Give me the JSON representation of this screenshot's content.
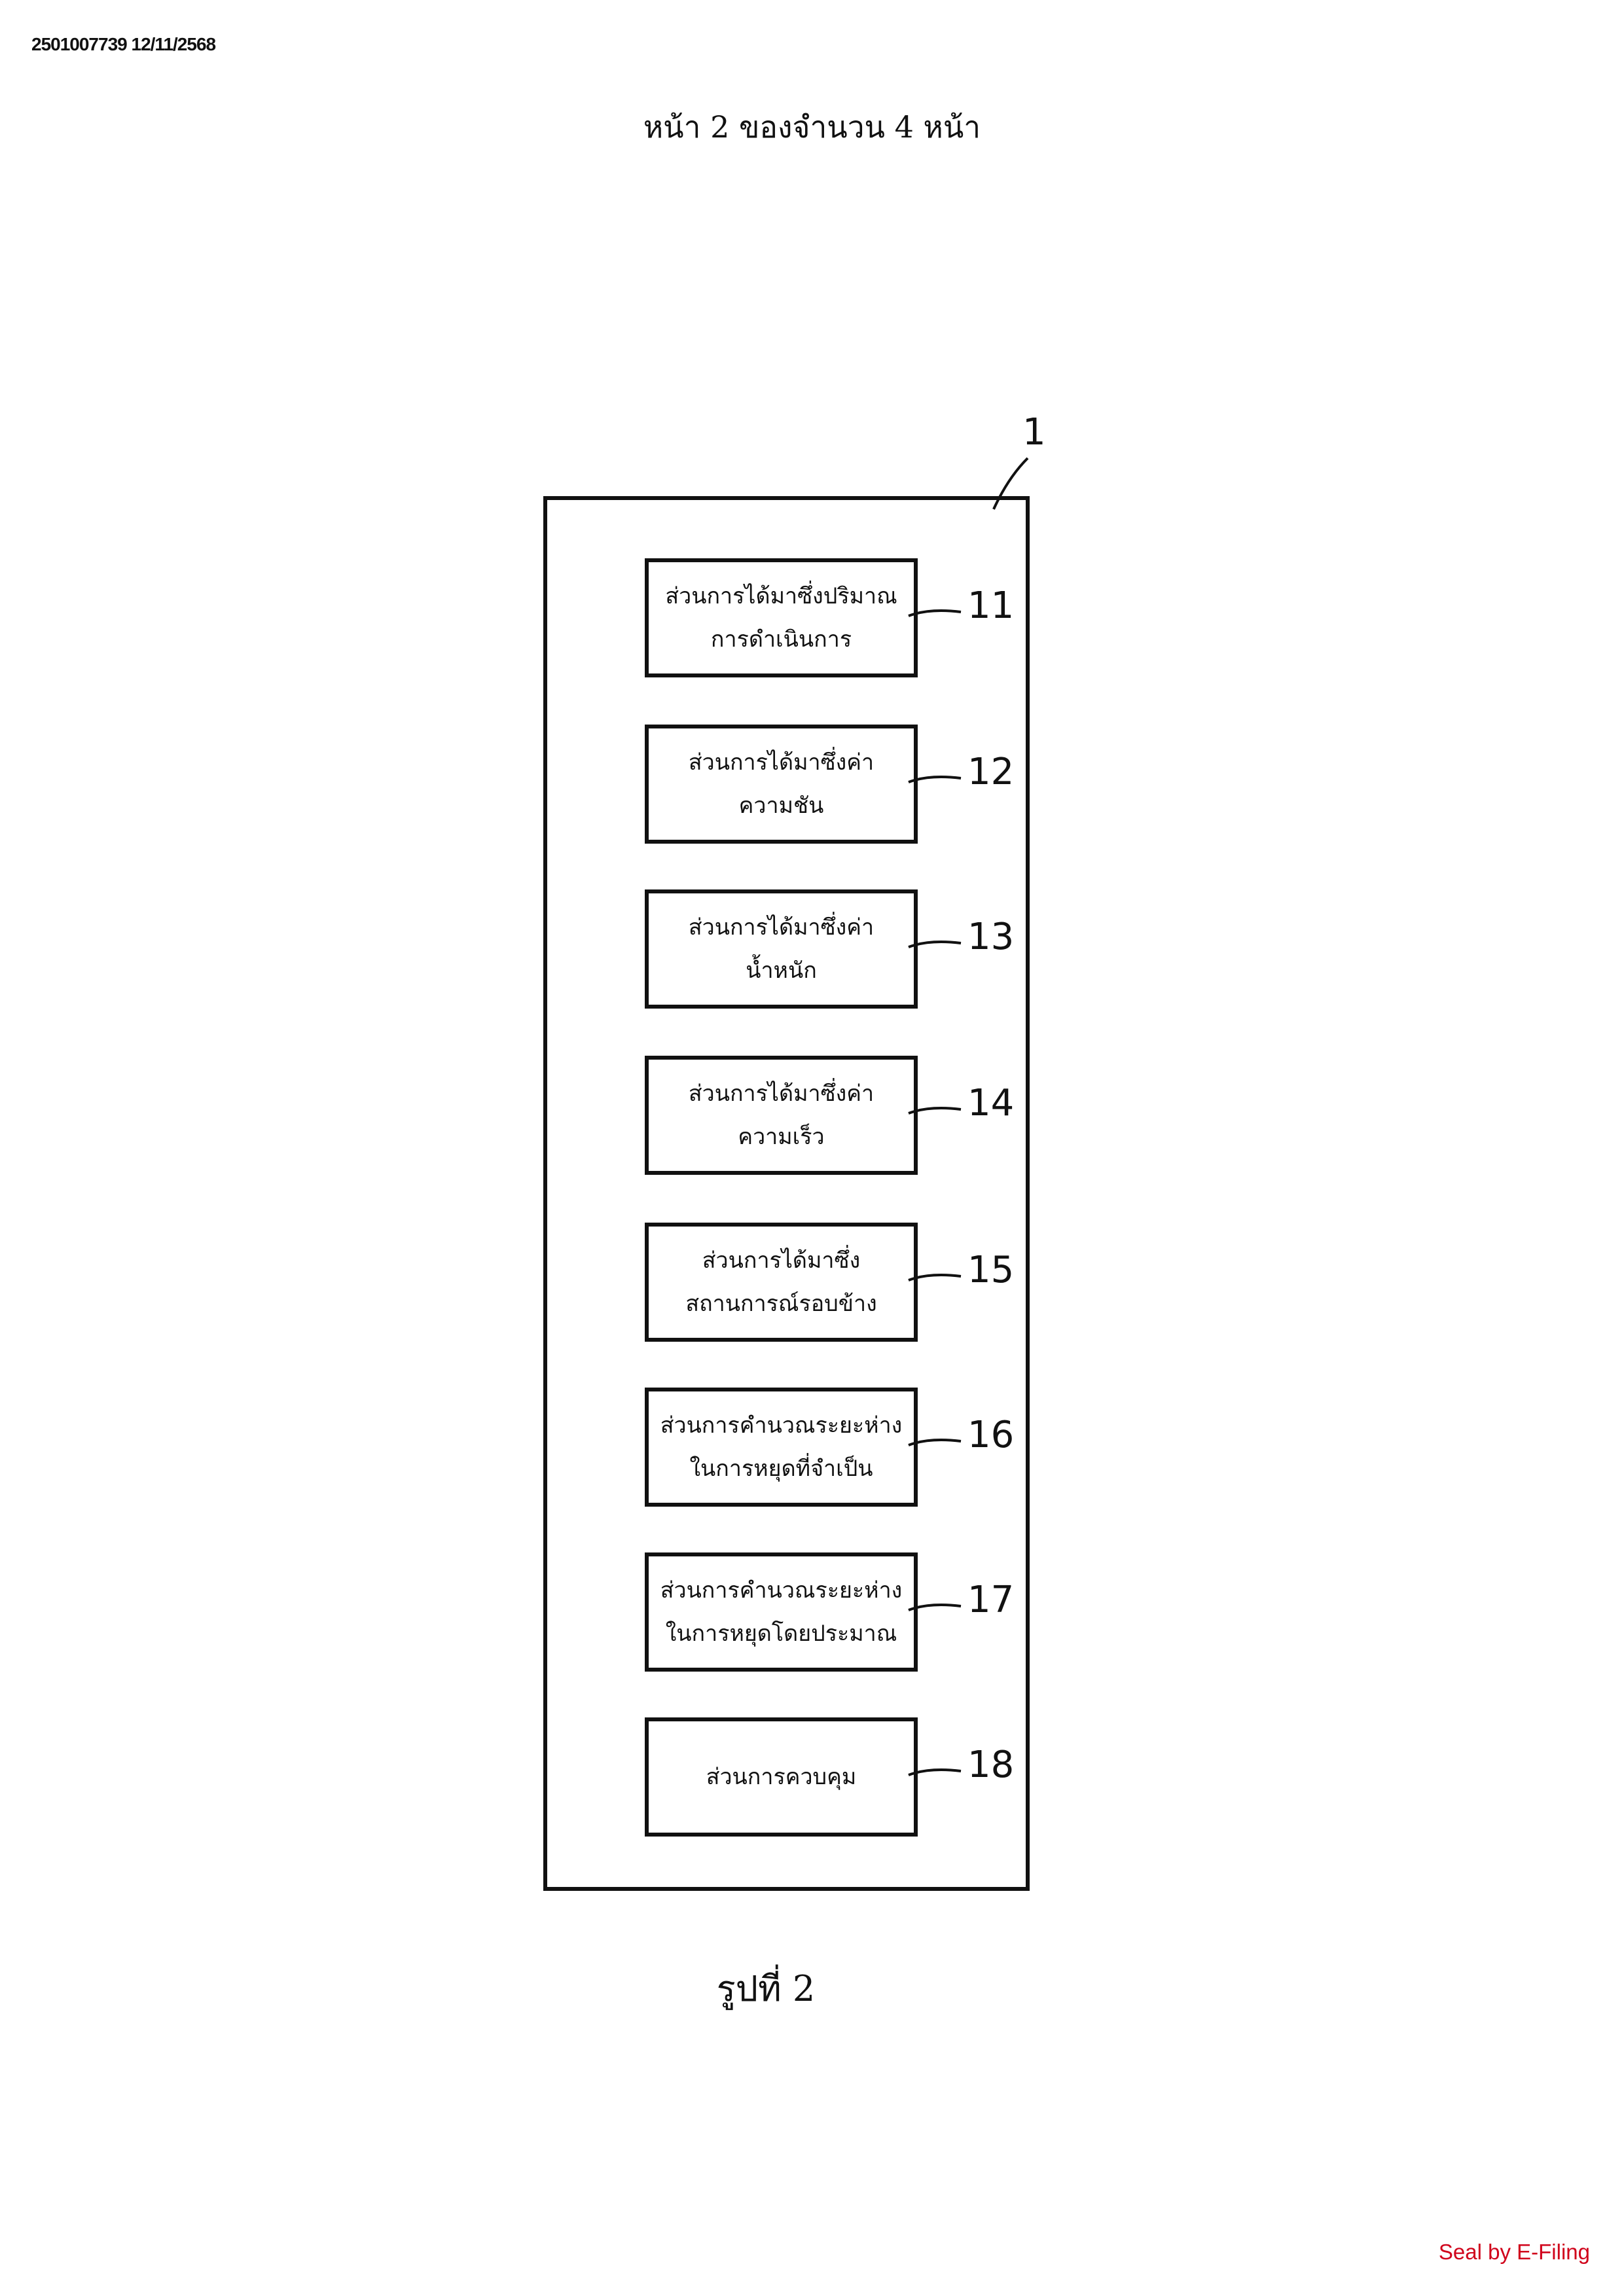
{
  "doc_id": "2501007739 12/11/2568",
  "page_header": "หน้า 2 ของจำนวน 4 หน้า",
  "diagram": {
    "outer_ref": "1",
    "blocks": [
      {
        "ref": "11",
        "line1": "ส่วนการได้มาซึ่งปริมาณ",
        "line2": "การดำเนินการ"
      },
      {
        "ref": "12",
        "line1": "ส่วนการได้มาซึ่งค่า",
        "line2": "ความชัน"
      },
      {
        "ref": "13",
        "line1": "ส่วนการได้มาซึ่งค่า",
        "line2": "น้ำหนัก"
      },
      {
        "ref": "14",
        "line1": "ส่วนการได้มาซึ่งค่า",
        "line2": "ความเร็ว"
      },
      {
        "ref": "15",
        "line1": "ส่วนการได้มาซึ่ง",
        "line2": "สถานการณ์รอบข้าง"
      },
      {
        "ref": "16",
        "line1": "ส่วนการคำนวณระยะห่าง",
        "line2": "ในการหยุดที่จำเป็น"
      },
      {
        "ref": "17",
        "line1": "ส่วนการคำนวณระยะห่าง",
        "line2": "ในการหยุดโดยประมาณ"
      },
      {
        "ref": "18",
        "line1": "ส่วนการควบคุม",
        "line2": ""
      }
    ]
  },
  "caption": "รูปที่ 2",
  "seal": "Seal by E-Filing",
  "colors": {
    "seal": "#d0021b",
    "ink": "#111111"
  }
}
